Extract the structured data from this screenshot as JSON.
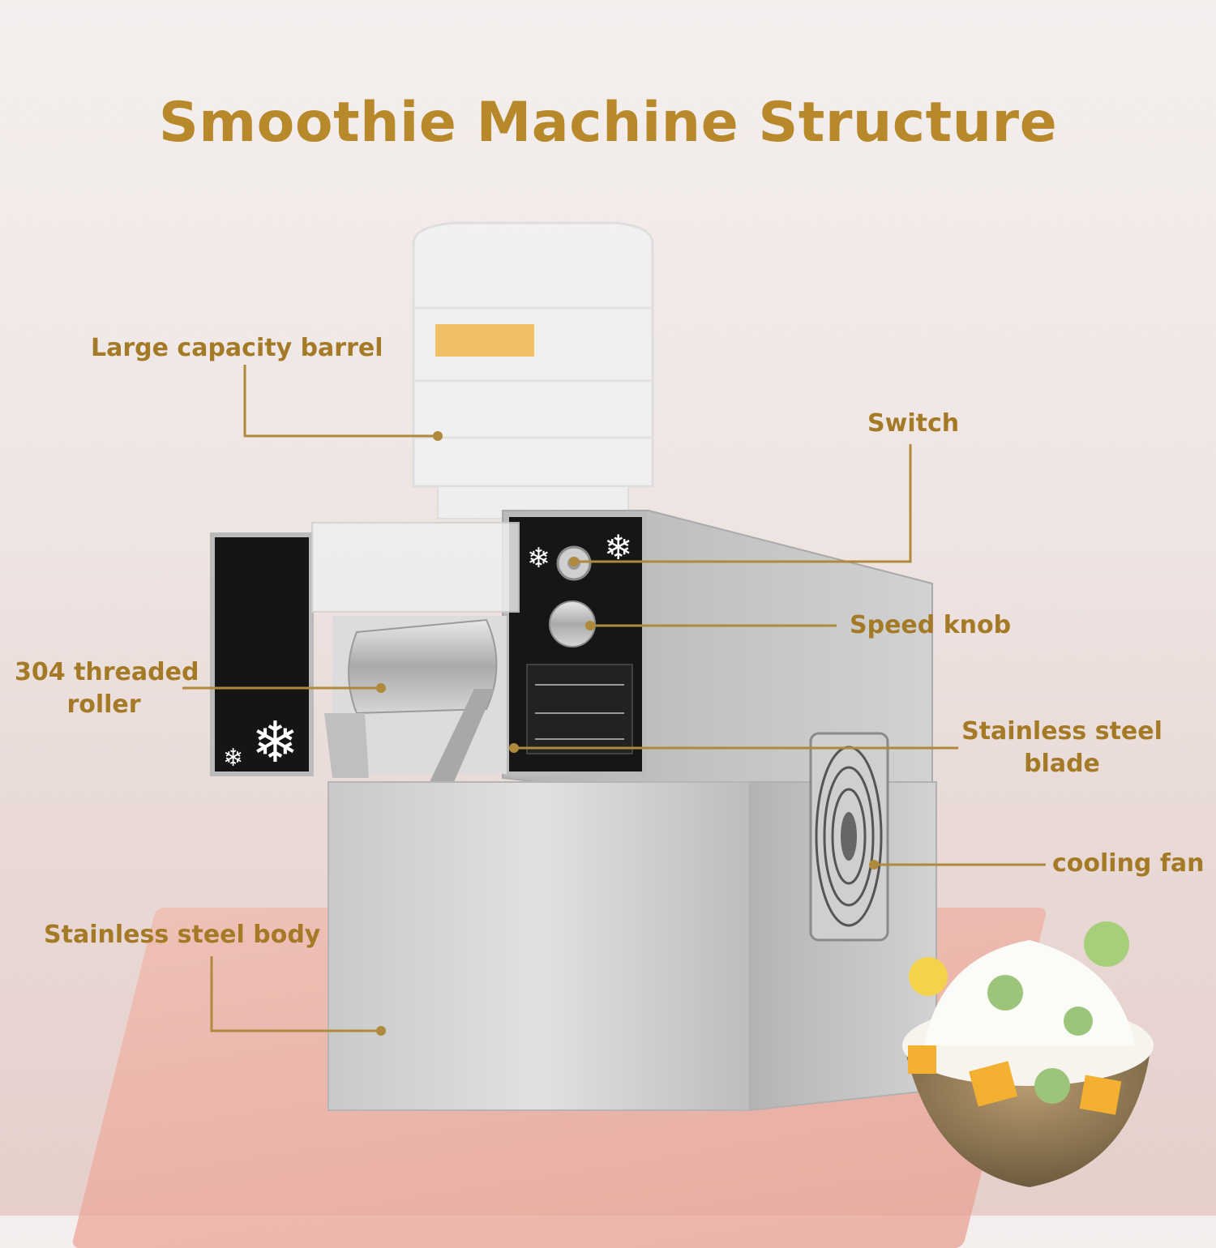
{
  "title": "Smoothie Machine Structure",
  "labels": {
    "barrel": "Large capacity barrel",
    "switch": "Switch",
    "speed_knob": "Speed knob",
    "roller_line1": "304 threaded",
    "roller_line2": "roller",
    "blade_line1": "Stainless steel",
    "blade_line2": "blade",
    "cooling_fan": "cooling fan",
    "body": "Stainless steel body"
  },
  "colors": {
    "accent": "#b8892a",
    "label": "#a47a26",
    "leader": "#b08a3c"
  }
}
